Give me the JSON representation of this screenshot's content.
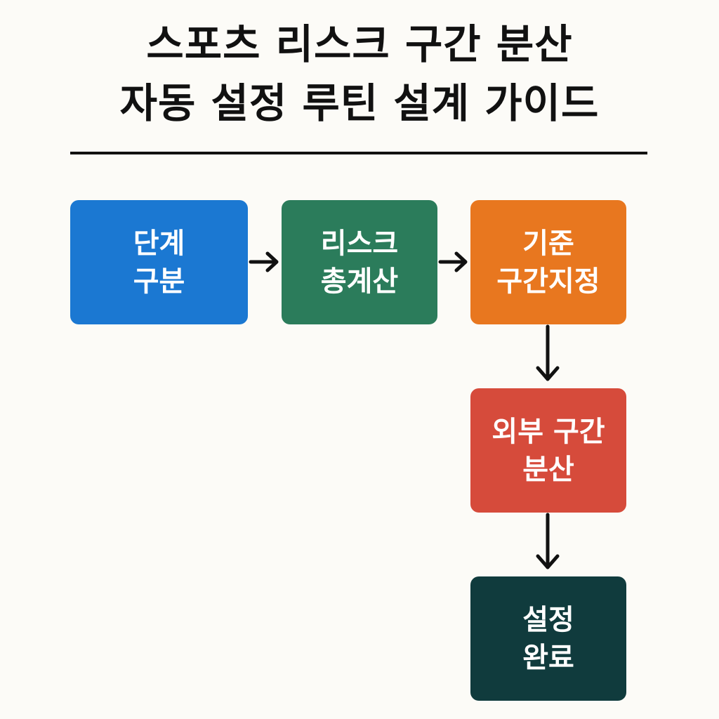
{
  "title": {
    "line1": "스포츠 리스크 구간 분산",
    "line2": "자동 설정 루틴 설계 가이드"
  },
  "steps": [
    {
      "line1": "단계",
      "line2": "구분",
      "color": "#1b78d2"
    },
    {
      "line1": "리스크",
      "line2": "총계산",
      "color": "#2b7c5b"
    },
    {
      "line1": "기준",
      "line2": "구간지정",
      "color": "#e8771f"
    },
    {
      "line1": "외부 구간",
      "line2": "분산",
      "color": "#d64b3b"
    },
    {
      "line1": "설정",
      "line2": "완료",
      "color": "#103b3d"
    }
  ],
  "connector_color": "#111111"
}
